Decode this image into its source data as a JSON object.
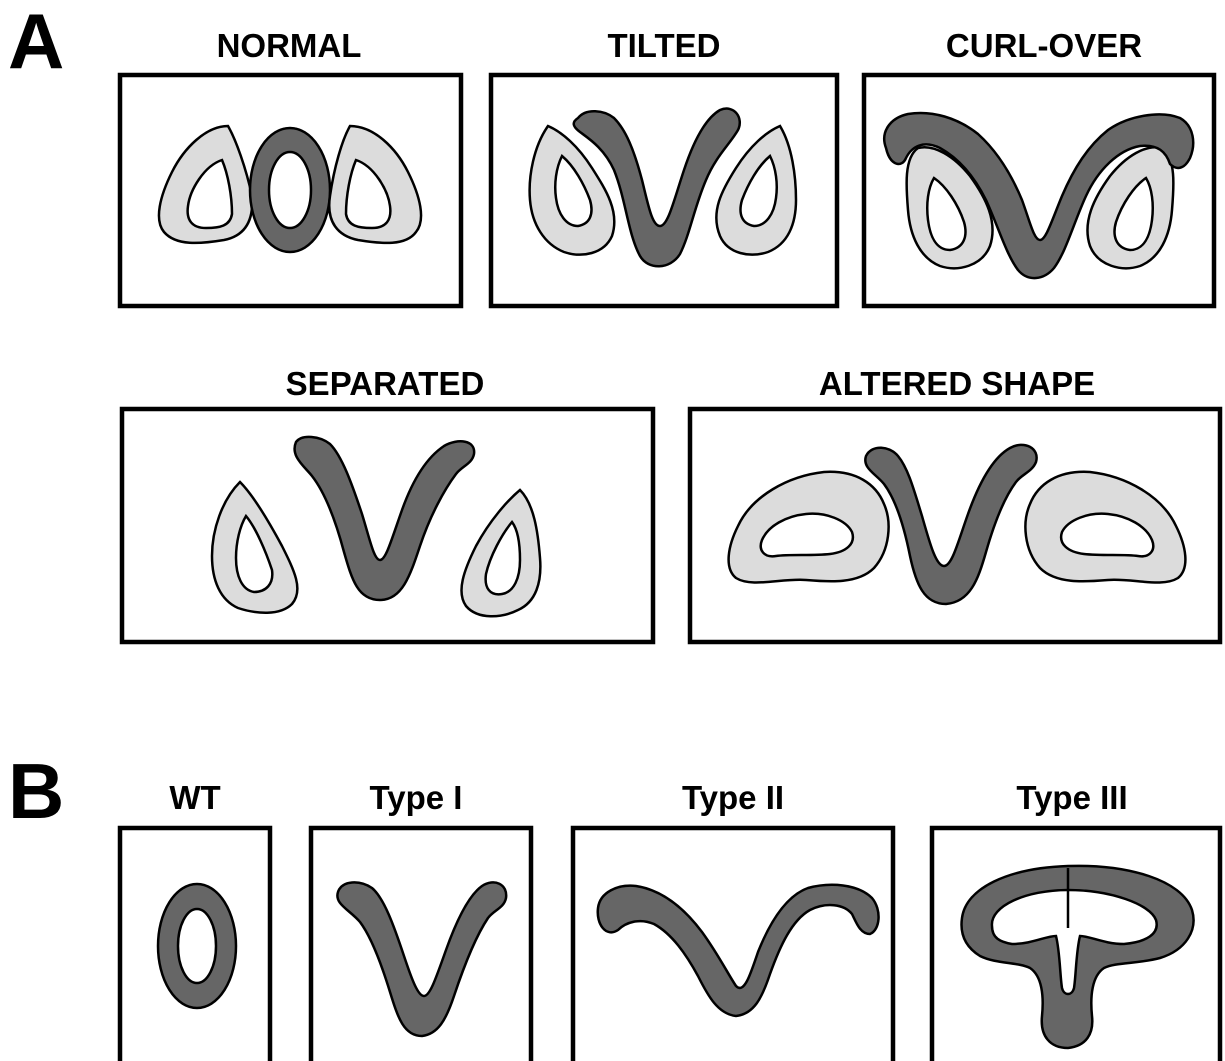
{
  "panels": {
    "a": {
      "letter": "A",
      "labels": {
        "normal": "NORMAL",
        "tilted": "TILTED",
        "curl_over": "CURL-OVER",
        "separated": "SEPARATED",
        "altered_shape": "ALTERED SHAPE"
      }
    },
    "b": {
      "letter": "B",
      "labels": {
        "wt": "WT",
        "type_1": "Type I",
        "type_2": "Type II",
        "type_3": "Type III"
      }
    }
  },
  "colors": {
    "light_fill": "#dcdcdc",
    "dark_fill": "#666666",
    "outline": "#000000"
  }
}
